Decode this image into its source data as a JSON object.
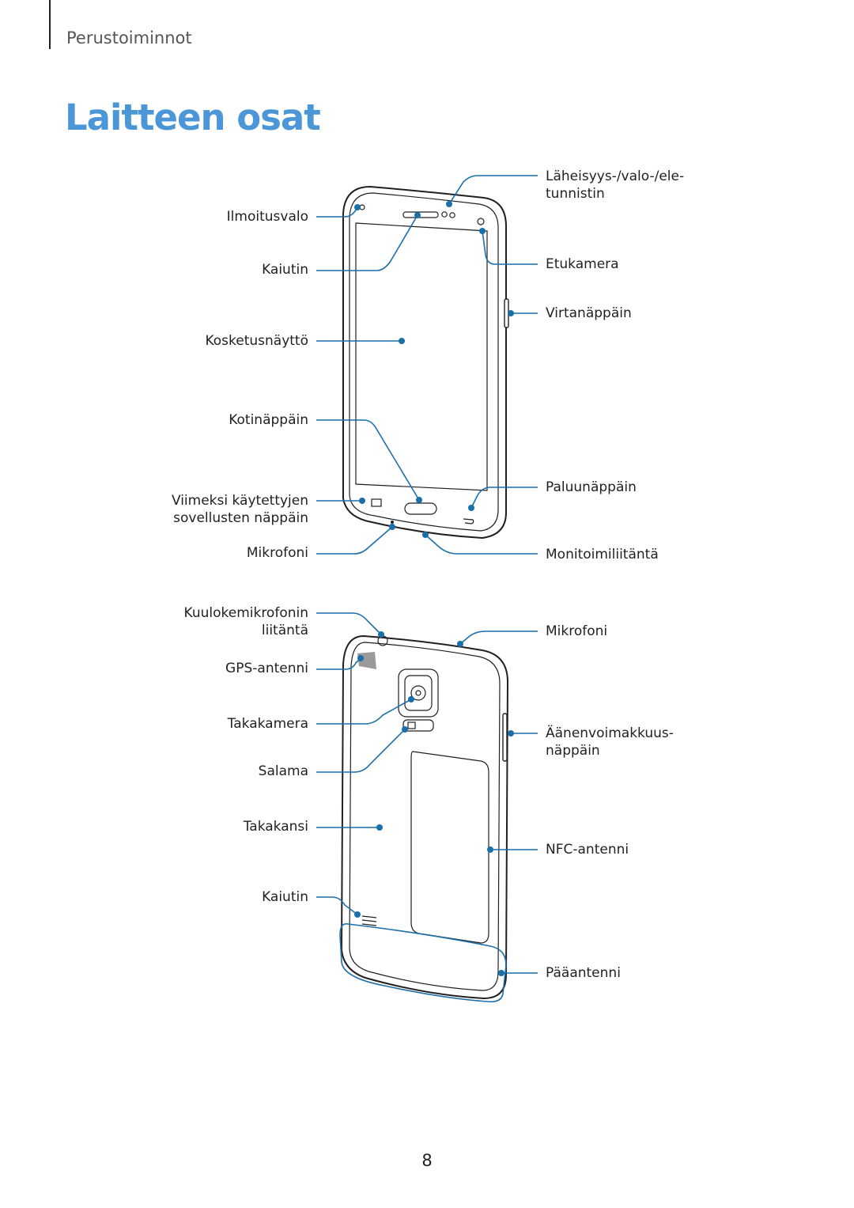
{
  "header": {
    "section": "Perustoiminnot"
  },
  "page": {
    "title": "Laitteen osat",
    "number": "8"
  },
  "colors": {
    "accent": "#4a96d6",
    "leader": "#1a6fa8",
    "text": "#231f20"
  },
  "front_view": {
    "left_labels": [
      "Ilmoitusvalo",
      "Kaiutin",
      "Kosketusnäyttö",
      "Kotinäppäin",
      "Viimeksi käytettyjen\nsovellusten näppäin",
      "Mikrofoni"
    ],
    "right_labels": [
      "Läheisyys-/valo-/ele-\ntunnistin",
      "Etukamera",
      "Virtanäppäin",
      "Paluunäppäin",
      "Monitoimiliitäntä"
    ]
  },
  "back_view": {
    "left_labels": [
      "Kuulokemikrofonin\nliitäntä",
      "GPS-antenni",
      "Takakamera",
      "Salama",
      "Takakansi",
      "Kaiutin"
    ],
    "right_labels": [
      "Mikrofoni",
      "Äänenvoimakkuus-\nnäppäin",
      "NFC-antenni",
      "Pääantenni"
    ]
  }
}
